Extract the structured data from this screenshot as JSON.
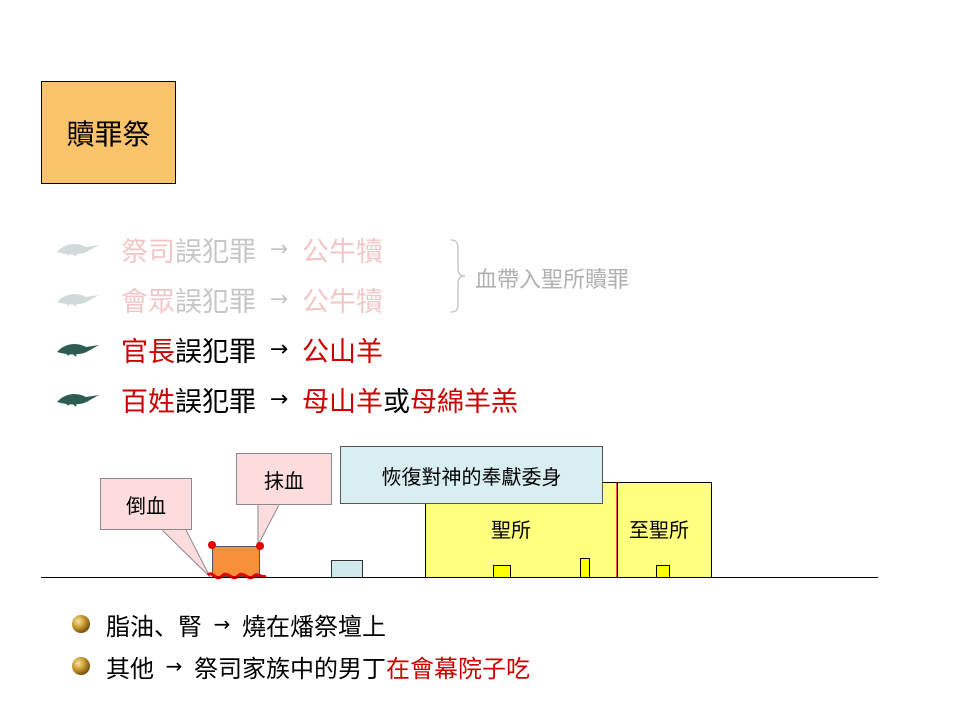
{
  "title": "贖罪祭",
  "offerings": [
    {
      "who": "祭司",
      "sin": "誤犯罪",
      "arrow": "→",
      "animal": "公牛犢",
      "extra": "",
      "extra_animal": ""
    },
    {
      "who": "會眾",
      "sin": "誤犯罪",
      "arrow": "→",
      "animal": "公牛犢",
      "extra": "",
      "extra_animal": ""
    },
    {
      "who": "官長",
      "sin": "誤犯罪",
      "arrow": "→",
      "animal": "公山羊",
      "extra": "",
      "extra_animal": ""
    },
    {
      "who": "百姓",
      "sin": "誤犯罪",
      "arrow": "→",
      "animal": "母山羊",
      "extra": "或",
      "extra_animal": "母綿羊羔"
    }
  ],
  "brace_note": "血帶入聖所贖罪",
  "diagram": {
    "pour_blood": "倒血",
    "smear_blood": "抹血",
    "dedication": "恢復對神的奉獻委身",
    "holy_place": "聖所",
    "most_holy_place": "至聖所"
  },
  "notes": [
    {
      "subject": "脂油、腎",
      "arrow": "→",
      "text": "燒在燔祭壇上",
      "text_red": ""
    },
    {
      "subject": "其他",
      "arrow": "→",
      "text": "祭司家族中的男丁",
      "text_red": "在會幕院子吃"
    }
  ],
  "colors": {
    "title_bg": "#fbc36a",
    "highlight_red": "#cc0000",
    "callout_pink": "#fcdcdc",
    "callout_teal": "#d8eef0",
    "tabernacle_yellow": "#ffff80",
    "altar_orange": "#f78f3b"
  },
  "icons": {
    "row_bullet": "bird-icon",
    "note_bullet": "orb-icon"
  }
}
